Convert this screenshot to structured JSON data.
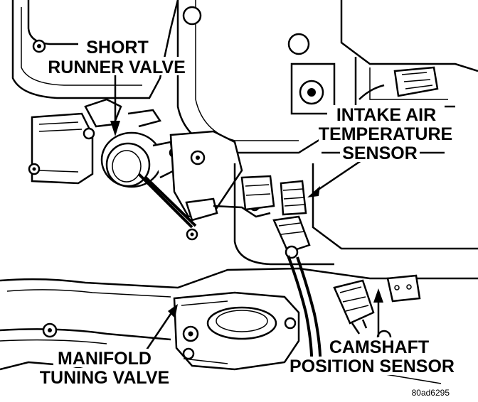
{
  "labels": {
    "short_runner_valve": [
      "SHORT",
      "RUNNER VALVE"
    ],
    "intake_air_temperature_sensor": [
      "INTAKE AIR",
      "TEMPERATURE",
      "SENSOR"
    ],
    "manifold_tuning_valve": [
      "MANIFOLD",
      "TUNING VALVE"
    ],
    "camshaft_position_sensor": [
      "CAMSHAFT",
      "POSITION SENSOR"
    ]
  },
  "figure_code": "80ad6295",
  "colors": {
    "ink": "#000000",
    "paper": "#ffffff"
  }
}
